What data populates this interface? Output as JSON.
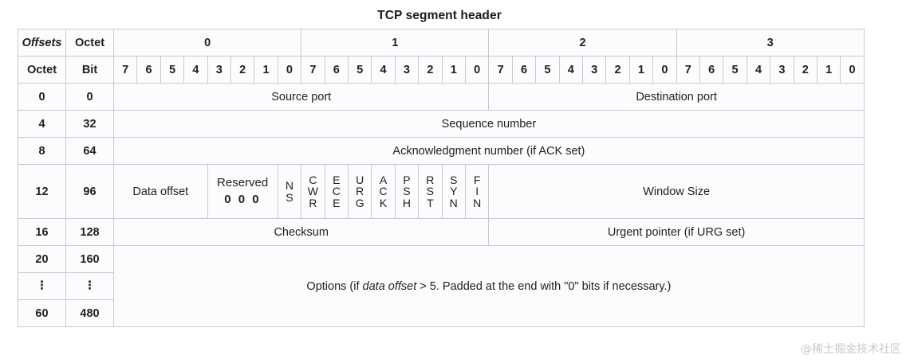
{
  "title": "TCP segment header",
  "header": {
    "offsets_label": "Offsets",
    "octet_label_top": "Octet",
    "octet_label_row": "Octet",
    "bit_label": "Bit",
    "octets": [
      "0",
      "1",
      "2",
      "3"
    ],
    "bits": [
      "7",
      "6",
      "5",
      "4",
      "3",
      "2",
      "1",
      "0"
    ]
  },
  "offsets": {
    "octet": [
      "0",
      "4",
      "8",
      "12",
      "16",
      "20",
      "⋮",
      "60"
    ],
    "bit": [
      "0",
      "32",
      "64",
      "96",
      "128",
      "160",
      "⋮",
      "480"
    ]
  },
  "fields": {
    "source_port": "Source port",
    "destination_port": "Destination port",
    "sequence_number": "Sequence number",
    "acknowledgment_number": "Acknowledgment number (if ACK set)",
    "data_offset": "Data offset",
    "reserved_label": "Reserved",
    "reserved_bits": "0 0 0",
    "window_size": "Window Size",
    "checksum": "Checksum",
    "urgent_pointer": "Urgent pointer (if URG set)",
    "options_prefix": "Options (if ",
    "options_italic": "data offset",
    "options_suffix": " > 5. Padded at the end with \"0\" bits if necessary.)"
  },
  "flags": [
    {
      "name": "NS",
      "letters": [
        "N",
        "S"
      ]
    },
    {
      "name": "CWR",
      "letters": [
        "C",
        "W",
        "R"
      ]
    },
    {
      "name": "ECE",
      "letters": [
        "E",
        "C",
        "E"
      ]
    },
    {
      "name": "URG",
      "letters": [
        "U",
        "R",
        "G"
      ]
    },
    {
      "name": "ACK",
      "letters": [
        "A",
        "C",
        "K"
      ]
    },
    {
      "name": "PSH",
      "letters": [
        "P",
        "S",
        "H"
      ]
    },
    {
      "name": "RST",
      "letters": [
        "R",
        "S",
        "T"
      ]
    },
    {
      "name": "SYN",
      "letters": [
        "S",
        "Y",
        "N"
      ]
    },
    {
      "name": "FIN",
      "letters": [
        "F",
        "I",
        "N"
      ]
    }
  ],
  "watermark": "@稀土掘金技术社区",
  "colors": {
    "header_bg": "#e7e9eb",
    "offset_bg": "#e9eaec",
    "field_bg": "#fafbfc",
    "options_bg": "#fccfcf",
    "accent_blue": "#1155cc",
    "border": "#c8cacd"
  }
}
